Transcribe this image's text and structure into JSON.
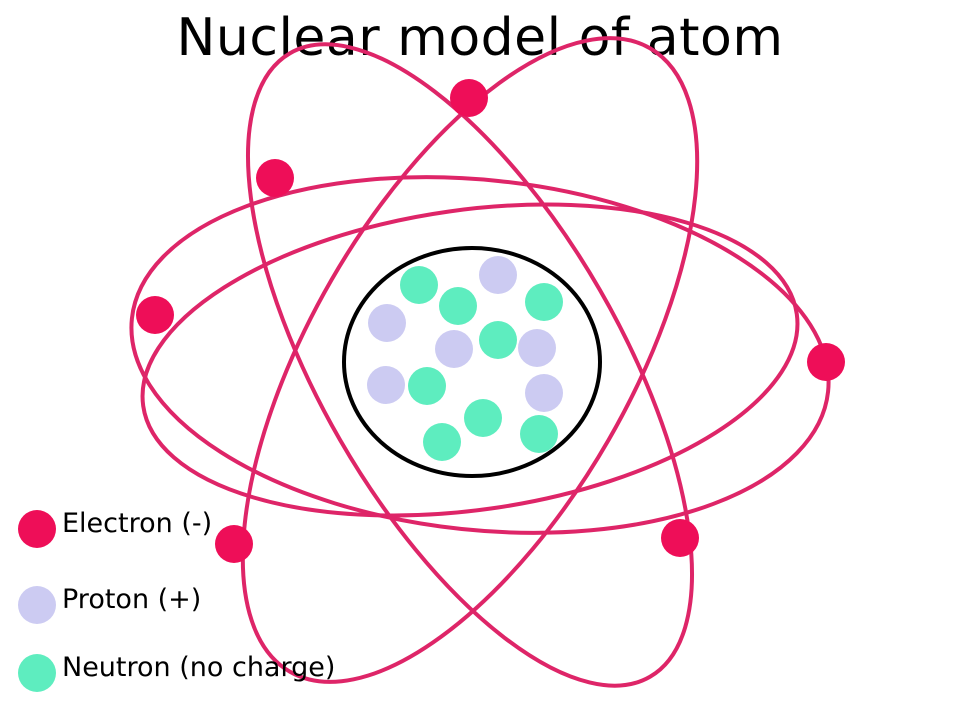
{
  "title": "Nuclear model of atom",
  "colors": {
    "electron": "#EE0E58",
    "orbit": "#DE2568",
    "proton": "#CCCBF2",
    "neutron": "#5EEDBF",
    "nucleus_outline": "#000000"
  },
  "legend": [
    {
      "key": "electron",
      "label": "Electron (-)"
    },
    {
      "key": "proton",
      "label": "Proton (+)"
    },
    {
      "key": "neutron",
      "label": "Neutron (no charge)"
    }
  ]
}
